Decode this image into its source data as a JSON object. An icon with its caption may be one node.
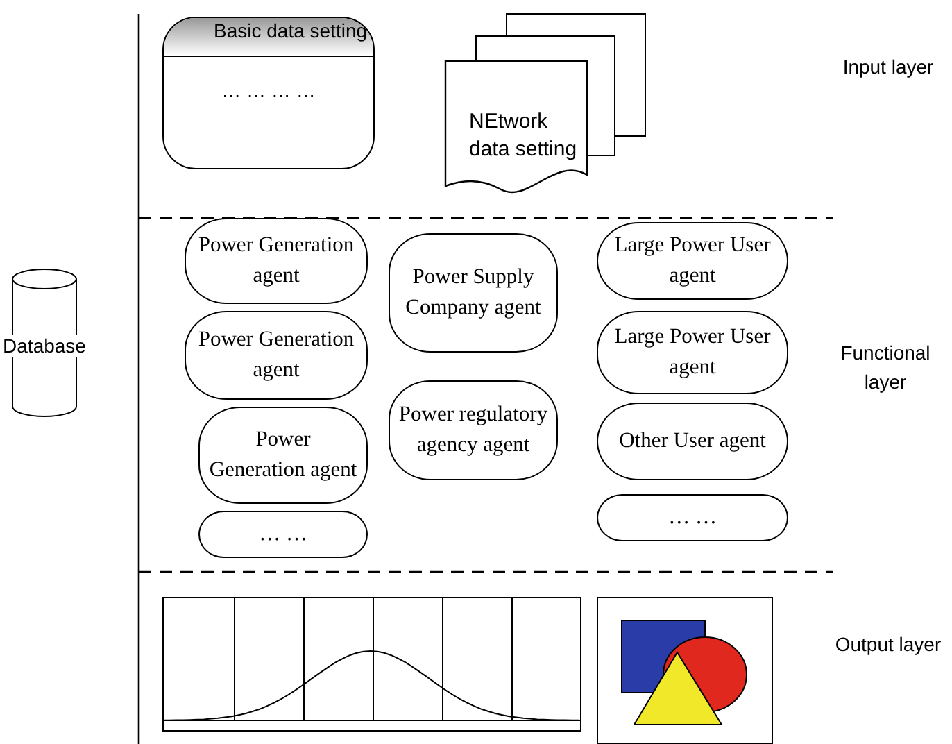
{
  "diagram": {
    "nodes": [
      {
        "text": [
          "Basic data setting",
          "… … … …"
        ]
      },
      {
        "text": [
          "NEtwork data setting"
        ]
      },
      {
        "text": [
          "Database"
        ]
      },
      {
        "text": [
          "Power Generation agent"
        ]
      },
      {
        "text": [
          "Power Generation agent"
        ]
      },
      {
        "text": [
          "Power Generation agent"
        ]
      },
      {
        "text": [
          "… …"
        ]
      },
      {
        "text": [
          "Power Supply Company agent"
        ]
      },
      {
        "text": [
          "Power regulatory agency agent"
        ]
      },
      {
        "text": [
          "Large Power User agent"
        ]
      },
      {
        "text": [
          "Large Power User agent"
        ]
      },
      {
        "text": [
          "Other User agent"
        ]
      },
      {
        "text": [
          "… …"
        ]
      },
      {
        "text": [],
        "shape": "picture"
      },
      {
        "text": [],
        "shape": "picture"
      }
    ],
    "labels": [
      "Input layer",
      "Functional layer",
      "Output layer"
    ]
  }
}
